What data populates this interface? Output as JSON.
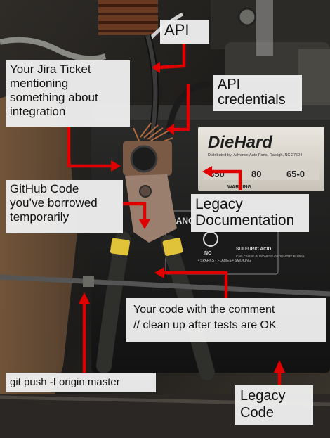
{
  "image": {
    "battery_brand": "DieHard",
    "battery_distributor": "Distributed by: Advance Auto Parts, Raleigh, NC 27604",
    "battery_warning": "WARNING",
    "battery_stats": [
      "650",
      "80",
      "65-0"
    ],
    "battery_danger": "DANG",
    "battery_sulfuric": "SULFURIC ACID",
    "battery_sulfuric_sub": "CAN CAUSE BLINDNESS OR SEVERE BURNS",
    "battery_no": "NO",
    "battery_no_sub": "• SPARKS • FLAMES • SMOKING",
    "arrow_color": "#e00000"
  },
  "labels": {
    "api": "API",
    "jira_ticket": "Your Jira Ticket\nmentioning\nsomething about\nintegration",
    "api_credentials": "API\ncredentials",
    "github_code": "GitHub Code\nyou’ve borrowed\ntemporarily",
    "legacy_documentation": "Legacy\nDocumentation",
    "your_code": "Your code with the comment\n// clean up after tests are OK",
    "git_push": "git push -f origin master",
    "legacy_code": "Legacy\nCode"
  }
}
